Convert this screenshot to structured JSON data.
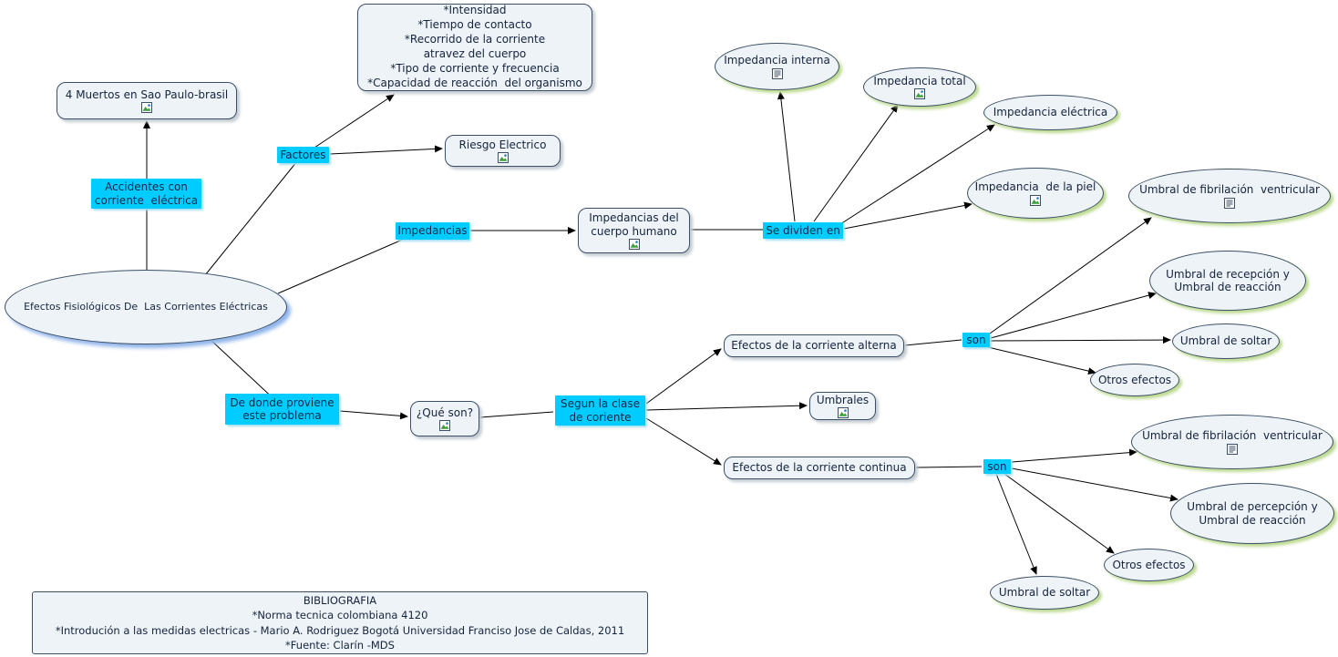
{
  "title": "Efectos Fisiológicos De Las Corrientes Eléctricas - mapa conceptual",
  "colors": {
    "node_fill": "#eef3f7",
    "node_border": "#3d4f66",
    "linking_label_bg": "#00ccff",
    "ellipse_shadow": "#bcd98f",
    "rect_shadow": "#c3cbd1",
    "main_ellipse_shadow": "#8fb4ea",
    "line": "#000000"
  },
  "icons": {
    "image": "picture-resource",
    "document": "text-resource"
  },
  "nodes": {
    "main": {
      "label": "Efectos Fisiológicos De  Las Corrientes Eléctricas"
    },
    "muertos": {
      "label": "4 Muertos en Sao Paulo-brasil",
      "icon": "image"
    },
    "factores_detalle": {
      "label": "*Intensidad\n*Tiempo de contacto\n*Recorrido de la corriente\natravez del cuerpo\n*Tipo de corriente y frecuencia\n*Capacidad de reacción  del organismo"
    },
    "riesgo": {
      "label": "Riesgo Electrico",
      "icon": "image"
    },
    "imp_cuerpo": {
      "label": "Impedancias del\ncuerpo humano",
      "icon": "image"
    },
    "imp_interna": {
      "label": "Impedancia interna",
      "icon": "document"
    },
    "imp_total": {
      "label": "Impedancia total",
      "icon": "image"
    },
    "imp_electrica": {
      "label": "Impedancia eléctrica"
    },
    "imp_piel": {
      "label": "Impedancia  de la piel",
      "icon": "image"
    },
    "umbral_fib_1": {
      "label": "Umbral de fibrilación  ventricular",
      "icon": "document"
    },
    "alterna": {
      "label": "Efectos de la corriente alterna"
    },
    "umbral_recepcion": {
      "label": "Umbral de recepción y\nUmbral de reacción"
    },
    "umbral_soltar_1": {
      "label": "Umbral de soltar"
    },
    "otros_1": {
      "label": "Otros efectos"
    },
    "queson": {
      "label": "¿Qué son?",
      "icon": "image"
    },
    "umbrales": {
      "label": "Umbrales",
      "icon": "image"
    },
    "continua": {
      "label": "Efectos de la corriente continua"
    },
    "umbral_fib_2": {
      "label": "Umbral de fibrilación  ventricular",
      "icon": "document"
    },
    "umbral_percepcion": {
      "label": "Umbral de percepción y\nUmbral de reacción"
    },
    "otros_2": {
      "label": "Otros efectos"
    },
    "umbral_soltar_2": {
      "label": "Umbral de soltar"
    },
    "bibliografia": {
      "label": "BIBLIOGRAFIA\n*Norma tecnica colombiana 4120\n*Introdución a las medidas electricas - Mario A. Rodriguez Bogotá Universidad Franciso Jose de Caldas, 2011\n*Fuente: Clarín -MDS"
    }
  },
  "linking_phrases": {
    "accidentes": "Accidentes con\ncorriente  eléctrica",
    "factores": "Factores",
    "impedancias": "Impedancias",
    "se_dividen": "Se dividen en",
    "dedonde": "De donde proviene\neste problema",
    "segun": "Segun la clase\nde coriente",
    "son1": "son",
    "son2": "son"
  }
}
